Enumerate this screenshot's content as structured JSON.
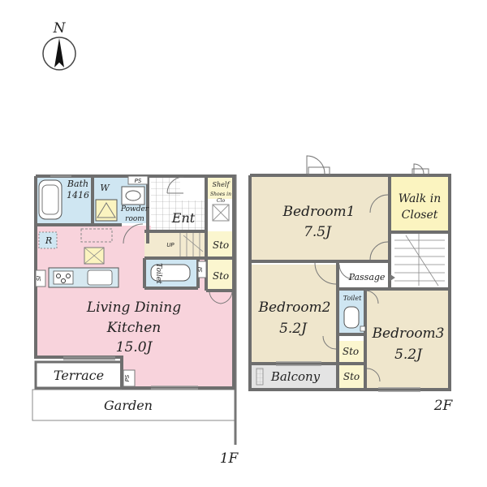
{
  "compass": {
    "letter": "N"
  },
  "floor1": {
    "floor_label": "1F",
    "rooms": {
      "bath_name": "Bath",
      "bath_size": "1416",
      "washer": "W",
      "powder_1": "Powder",
      "powder_2": "room",
      "ps_top": "PS",
      "entrance": "Ent",
      "shelf": "Shelf",
      "shoes_1": "Shoes in",
      "shoes_2": "Clo",
      "refrigerator": "R",
      "stairs_up": "UP",
      "storage_a": "Sto",
      "storage_b": "Sto",
      "toilet": "Toilet",
      "si_left": "SI",
      "si_mid": "SI",
      "ldk_1": "Living Dining",
      "ldk_2": "Kitchen",
      "ldk_size": "15.0J",
      "terrace": "Terrace",
      "ps_bottom": "PS",
      "garden": "Garden"
    }
  },
  "floor2": {
    "floor_label": "2F",
    "rooms": {
      "bedroom1_name": "Bedroom1",
      "bedroom1_size": "7.5J",
      "wic_1": "Walk in",
      "wic_2": "Closet",
      "passage": "Passage",
      "toilet": "Toilet",
      "bedroom2_name": "Bedroom2",
      "bedroom2_size": "5.2J",
      "bedroom3_name": "Bedroom3",
      "bedroom3_size": "5.2J",
      "storage_a": "Sto",
      "storage_b": "Sto",
      "balcony": "Balcony"
    }
  },
  "colors": {
    "wall": "#6e6e6e",
    "ldk_floor": "#f8d3dc",
    "bath_floor": "#cfe6f2",
    "bedroom_floor": "#efe6cc",
    "storage_floor": "#fbf6cf",
    "closet_floor": "#fbf4c0",
    "entrance_tile": "#ffffff",
    "balcony_floor": "#e4e4e4"
  }
}
